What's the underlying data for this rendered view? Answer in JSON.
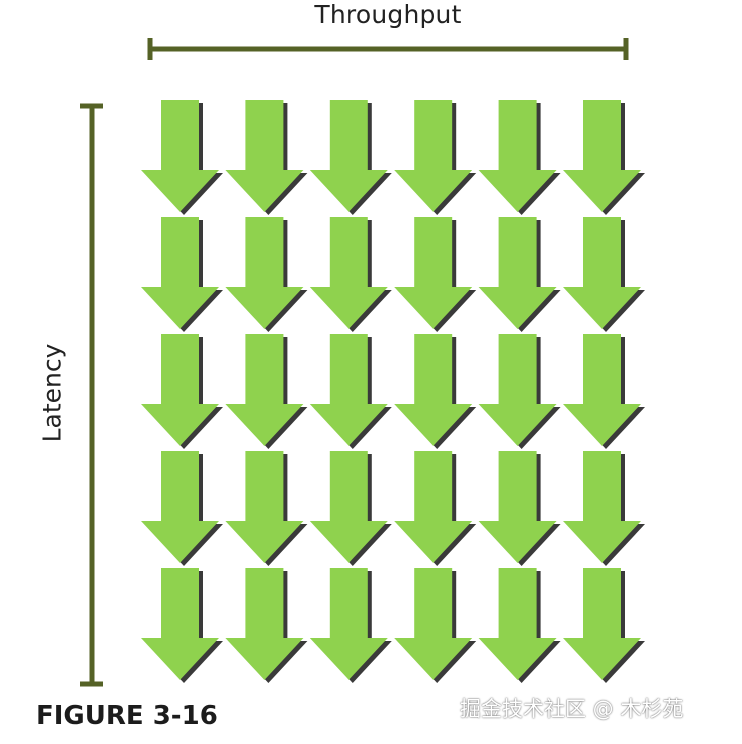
{
  "throughput": {
    "label": "Throughput"
  },
  "latency": {
    "label": "Latency"
  },
  "grid": {
    "rows": 5,
    "columns": 6,
    "arrow_icon": "arrow-down-icon"
  },
  "figure": {
    "caption": "FIGURE 3-16"
  },
  "watermark": {
    "text": "掘金技术社区 @ 木杉苑"
  },
  "colors": {
    "bracket": "#556226",
    "arrow_fill": "#8fd24e",
    "arrow_shadow": "#3a3a3a"
  }
}
